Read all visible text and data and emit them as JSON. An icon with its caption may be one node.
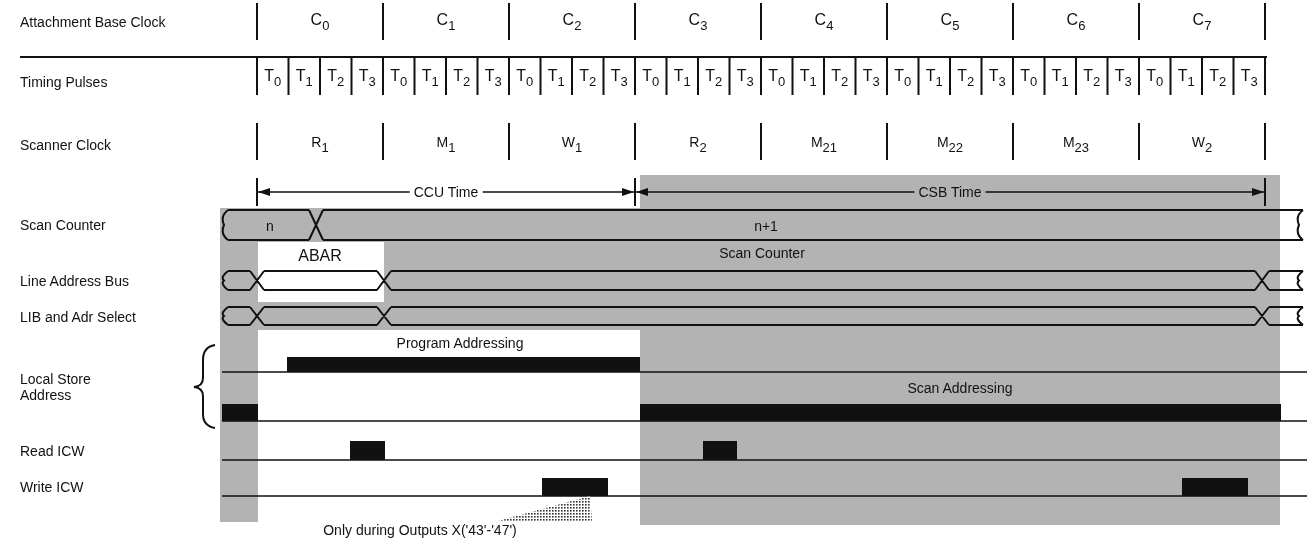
{
  "diagram": {
    "nodes": [
      {
        "text": [],
        "shape": "bar"
      },
      {
        "text": [
          "Only during Outputs X('43'-'47')"
        ]
      }
    ],
    "edges": [
      {
        "from": 1,
        "to": 0,
        "arrow": "none"
      }
    ],
    "labels": [
      "Attachment Base Clock",
      "C$_{0}$",
      "C$_{1}$",
      "C$_{2}$",
      "C$_{3}$",
      "C$_{4}$",
      "C$_{5}$",
      "C$_{6}$",
      "C$_{7}$",
      "Timing Pulses",
      "T$_{0}$",
      "T$_{1}$",
      "T$_{2}$",
      "T$_{3}$",
      "T$_{0}$",
      "T$_{1}$",
      "T$_{2}$",
      "T$_{3}$",
      "T$_{0}$",
      "T$_{1}$",
      "T$_{2}$",
      "T$_{3}$",
      "T$_{0}$",
      "T$_{1}$",
      "T$_{2}$",
      "T$_{3}$",
      "T$_{0}$",
      "T$_{1}$",
      "T$_{2}$",
      "T$_{3}$",
      "T$_{0}$",
      "T$_{1}$",
      "T$_{2}$",
      "T$_{3}$",
      "T$_{0}$",
      "T$_{1}$",
      "T$_{2}$",
      "T$_{3}$",
      "T$_{0}$",
      "T$_{1}$",
      "T$_{2}$",
      "T$_{3}$",
      "Scanner Clock",
      "R$_{1}$",
      "M$_{1}$",
      "W$_{1}$",
      "R$_{2}$",
      "M$_{21}$",
      "M$_{22}$",
      "M$_{23}$",
      "W$_{2}$",
      "CCU Time",
      "CSB Time",
      "Scan Counter",
      "n",
      "n+1",
      "ABAR",
      "Line Address Bus",
      "Scan Counter",
      "LIB and Adr Select",
      "Program Addressing",
      "Local Store Address",
      "Scan Addressing",
      "Read ICW",
      "Write ICW"
    ]
  }
}
